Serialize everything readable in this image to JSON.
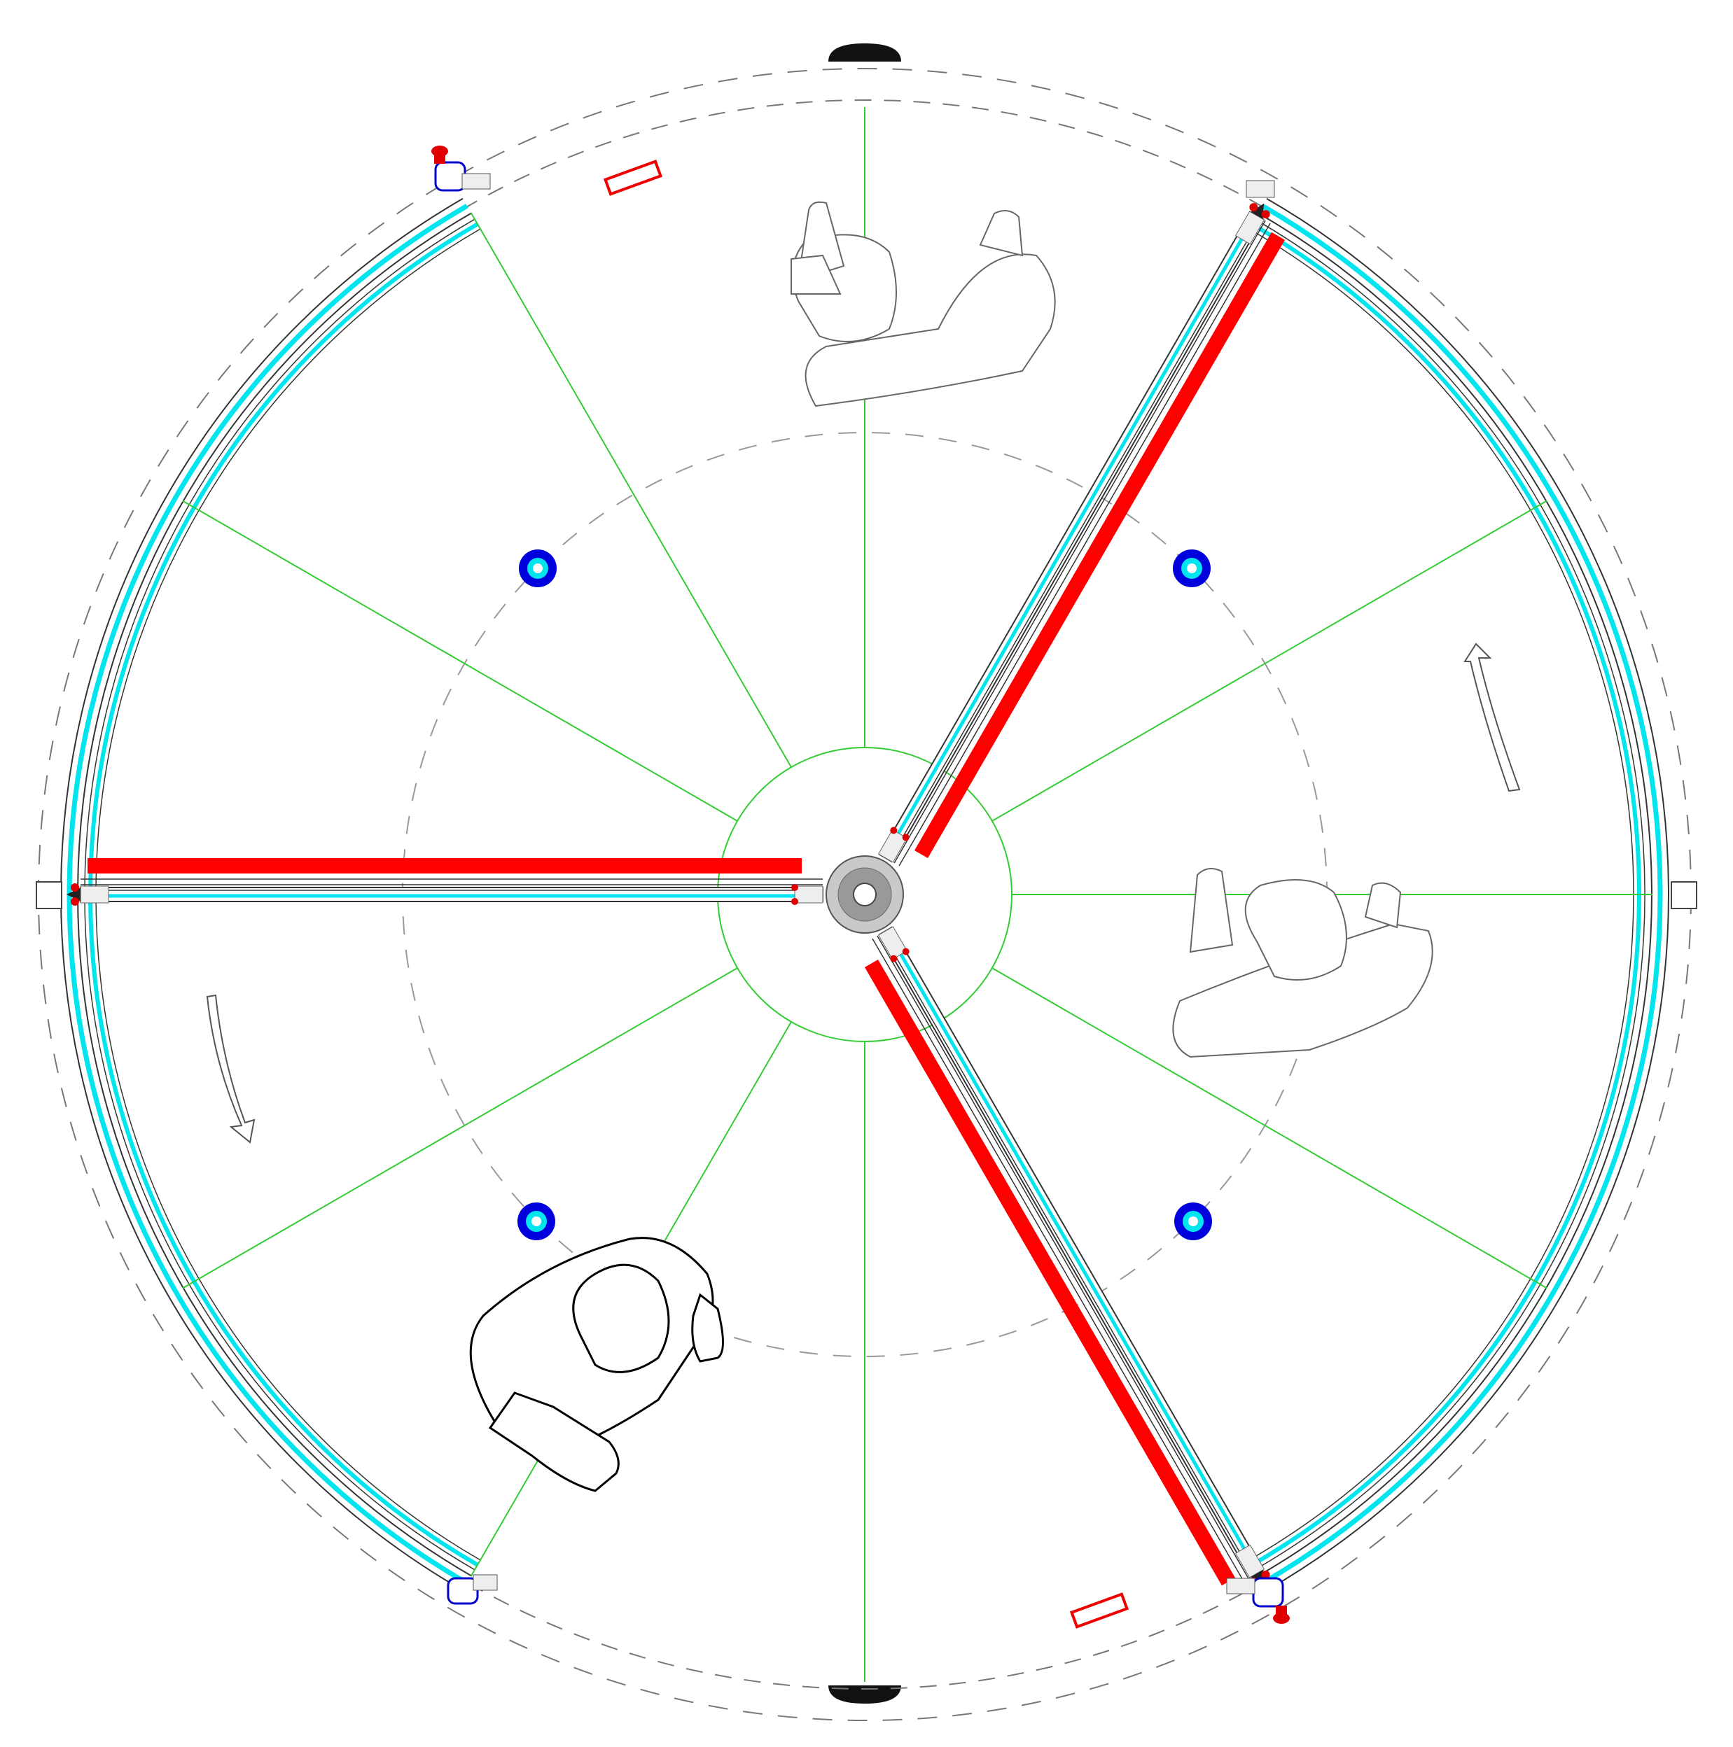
{
  "diagram": {
    "kind": "revolving-door-plan",
    "wing_count": 3,
    "rotation_arrows": 2,
    "occupant_figures": 3,
    "floor_markers": 4,
    "colors": {
      "sector_lines": "#33cc33",
      "glass": "#00e5ee",
      "wing_panel": "#ff0000",
      "floor_marker": "#0000cc",
      "outline": "#333333",
      "dashed": "#888888"
    },
    "icons": [
      "center-hub-icon",
      "rotation-arrow-icon",
      "person-icon",
      "floor-marker-icon",
      "drive-motor-icon",
      "emergency-button-icon",
      "sensor-icon",
      "frame-post-icon"
    ]
  }
}
